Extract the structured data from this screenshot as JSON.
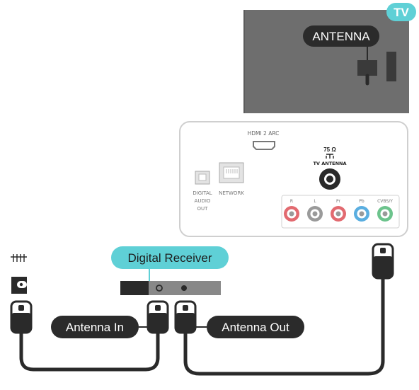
{
  "tv_badge": "TV",
  "tv_panel": {
    "antenna_label": "ANTENNA"
  },
  "rear_panel": {
    "hdmi_label": "HDMI 2 ARC",
    "impedance": "75 Ω",
    "tv_antenna_label": "TV ANTENNA",
    "digital_audio_out_label": [
      "DIGITAL",
      "AUDIO",
      "OUT"
    ],
    "network_label": "NETWORK",
    "av_ports": [
      {
        "label": "R",
        "color": "#e26a70"
      },
      {
        "label": "L",
        "color": "#9a9a9a"
      },
      {
        "label": "Pr",
        "color": "#e26a70"
      },
      {
        "label": "Pb",
        "color": "#5aaee0"
      },
      {
        "label": "CVBS/Y",
        "color": "#6cc38c"
      }
    ]
  },
  "digital_receiver": {
    "label": "Digital Receiver"
  },
  "connections": {
    "antenna_in_label": "Antenna In",
    "antenna_out_label": "Antenna Out"
  },
  "colors": {
    "accent_teal": "#5fd0d6",
    "tv_grey": "#6e6e6e",
    "dark_label": "#2b2b2b",
    "cable": "#2a2a2a"
  }
}
